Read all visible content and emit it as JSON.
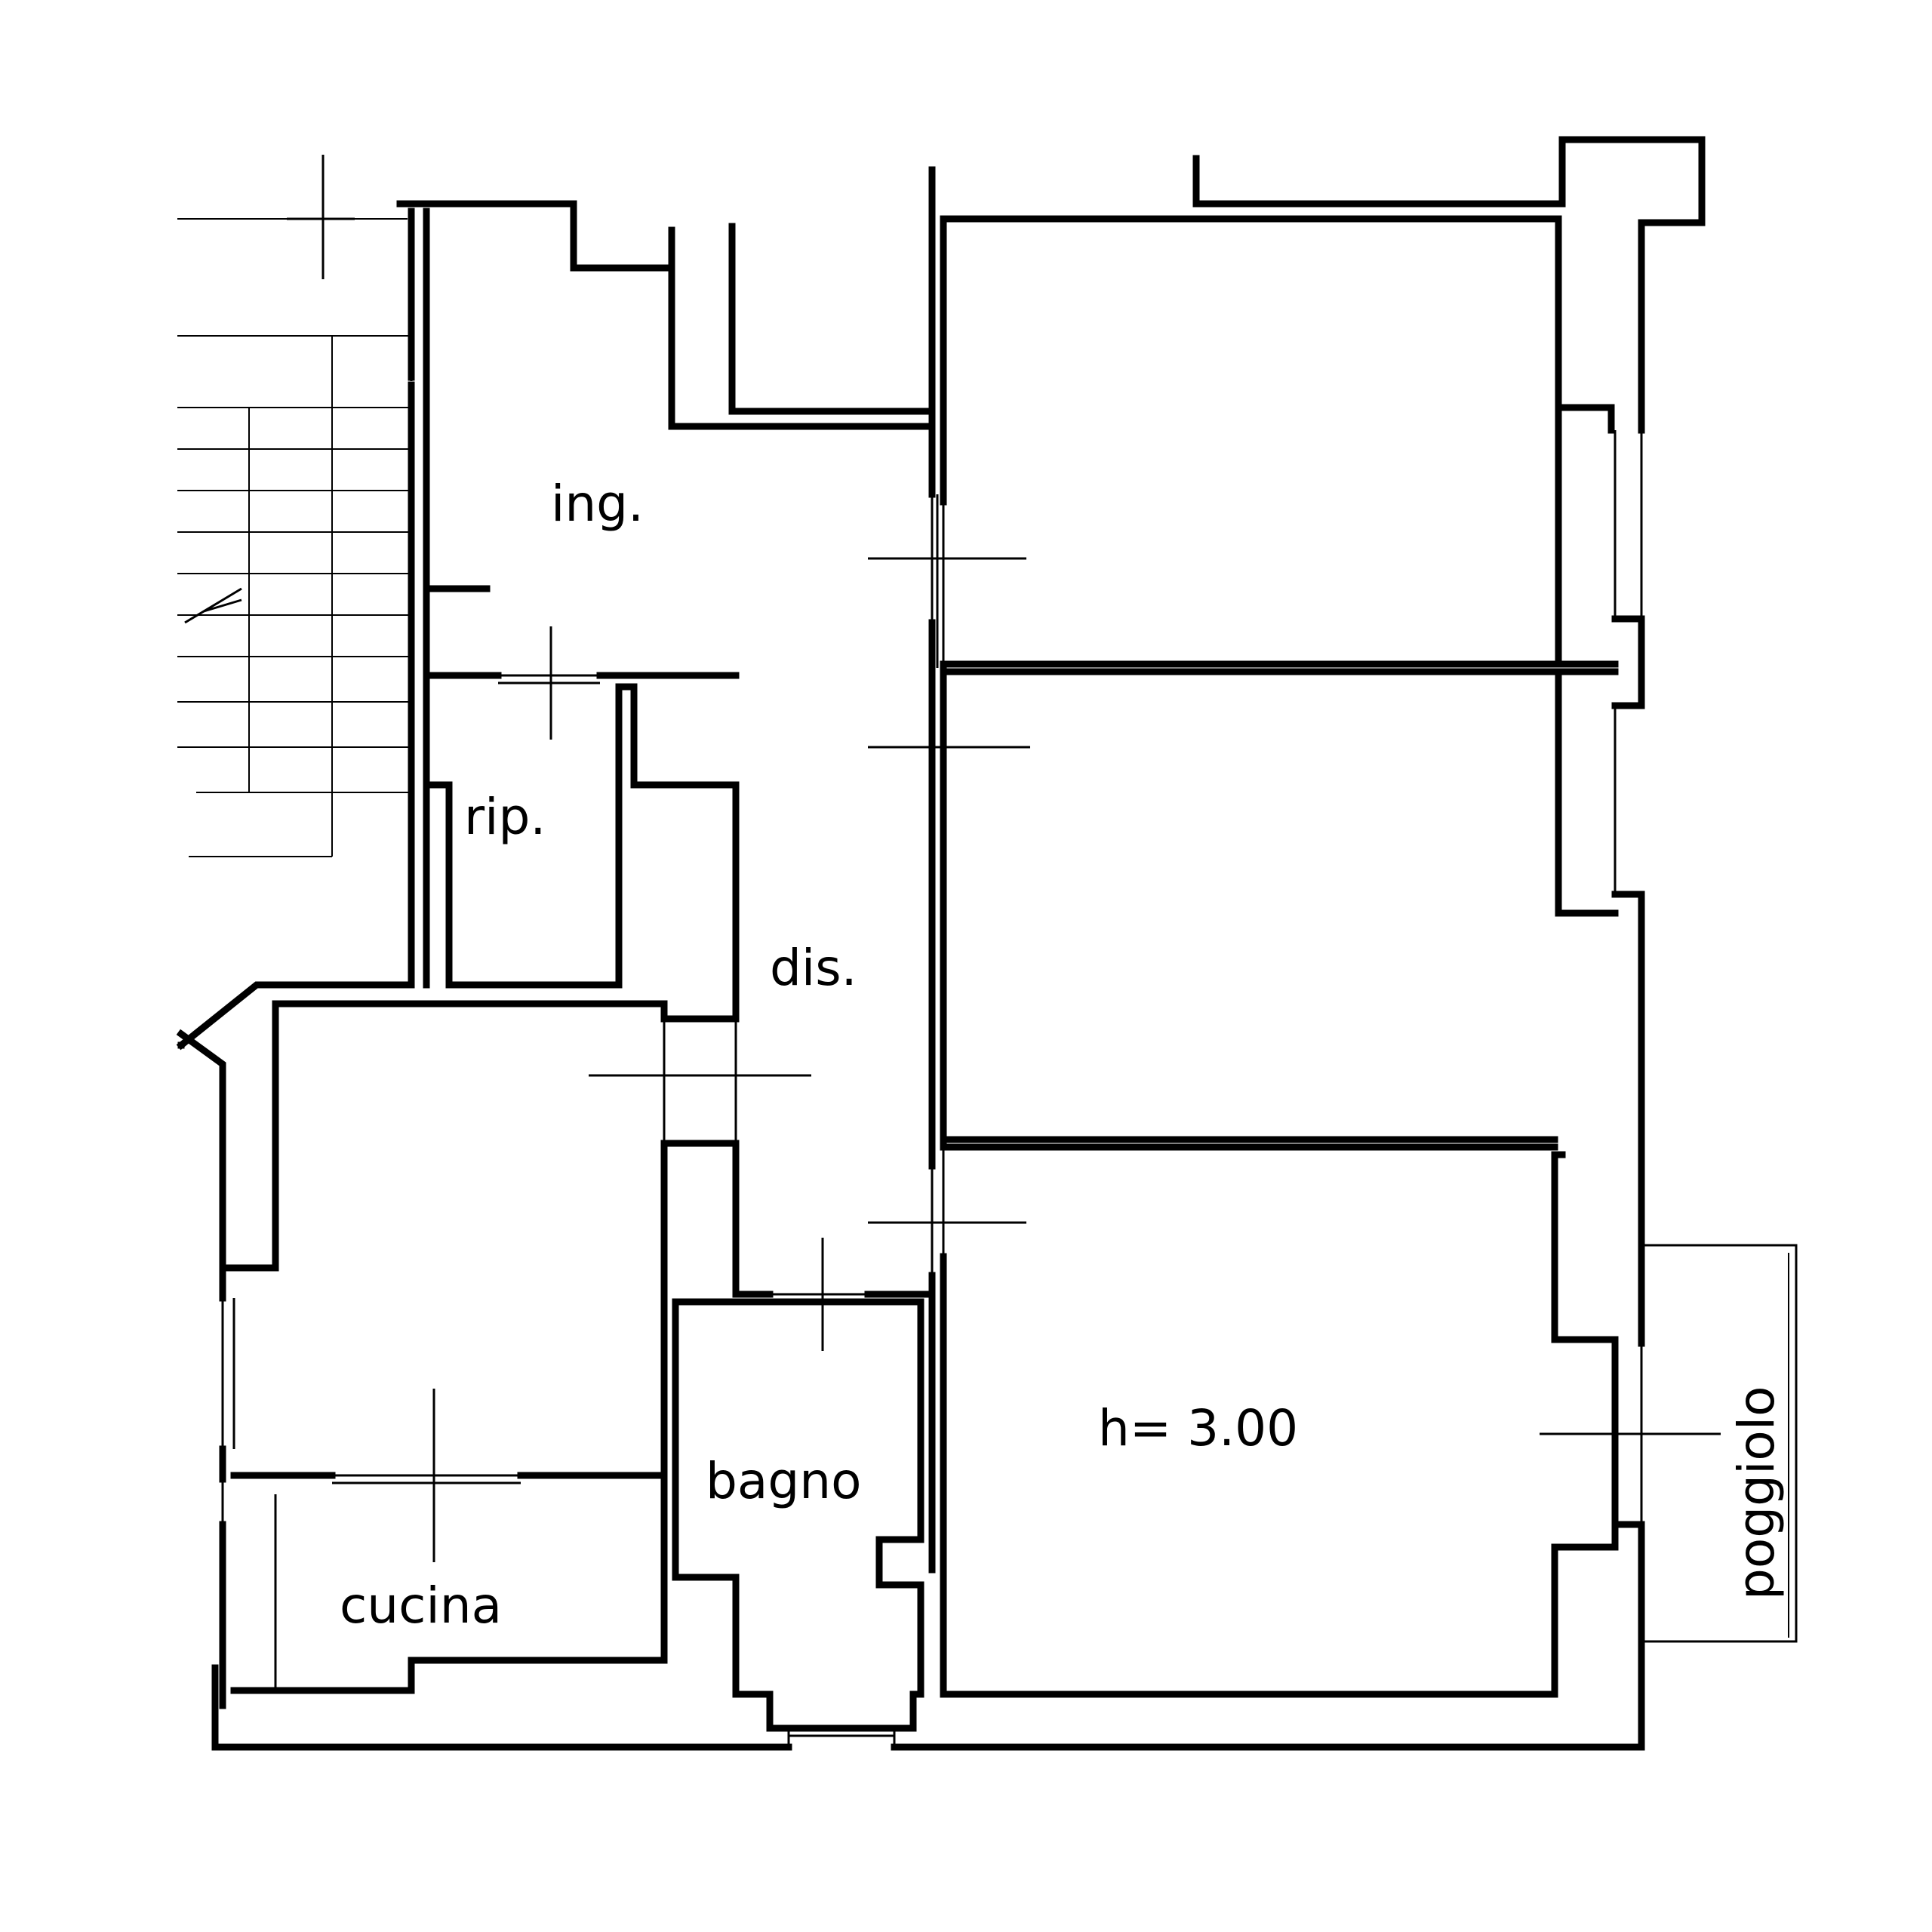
{
  "rooms": {
    "ingresso": "ing.",
    "ripostiglio": "rip.",
    "disimpegno": "dis.",
    "bagno": "bagno",
    "cucina": "cucina",
    "height_note": "h= 3.00",
    "poggiolo": "poggiolo"
  },
  "colors": {
    "line": "#000000",
    "background": "#ffffff"
  }
}
